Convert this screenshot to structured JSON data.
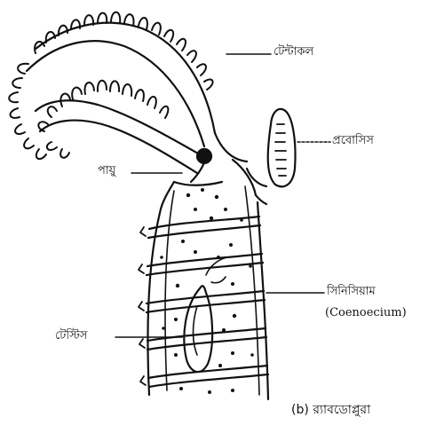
{
  "labels": {
    "tentacle": "টেন্টাকল",
    "proboscis": "প্রবোসিস",
    "anus": "পায়ু",
    "coenoecium_bn": "সিনিসিয়াম",
    "coenoecium_en": "(Coenoecium)",
    "testis": "টেস্টিস"
  },
  "caption": "(b) র‍্যাবডোপ্লুরা"
}
